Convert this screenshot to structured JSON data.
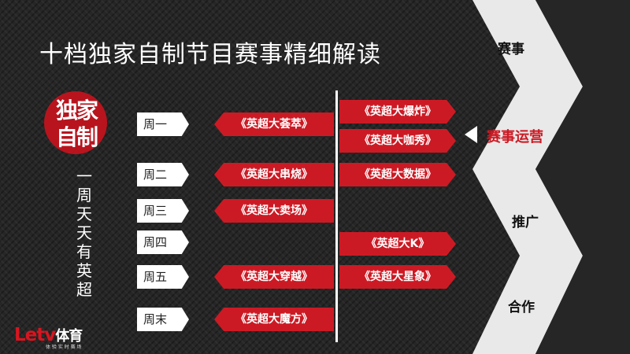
{
  "title": "十档独家自制节目赛事精细解读",
  "logo": {
    "line1": "独家",
    "line2": "自制"
  },
  "slogan_vertical": "一周天天有英超",
  "days": [
    "周一",
    "周二",
    "周三",
    "周四",
    "周五",
    "周末"
  ],
  "left_programs": [
    {
      "day": "周一",
      "label": "《英超大荟萃》"
    },
    {
      "day": "周二",
      "label": "《英超大串烧》"
    },
    {
      "day": "周三",
      "label": "《英超大卖场》"
    },
    {
      "day": "周五",
      "label": "《英超大穿越》"
    },
    {
      "day": "周末",
      "label": "《英超大魔方》"
    }
  ],
  "right_programs": [
    {
      "label": "《英超大爆炸》"
    },
    {
      "label": "《英超大咖秀》"
    },
    {
      "label": "《英超大数据》"
    },
    {
      "label": "《英超大K》"
    },
    {
      "label": "《英超大星象》"
    }
  ],
  "side_nav": {
    "item1": "赛事",
    "item2": "赛事运营",
    "item3": "推广",
    "item4": "合作"
  },
  "brand": {
    "name": "Letv",
    "suffix": "体育",
    "tagline": "体 验 实 时 赛 场"
  },
  "colors": {
    "accent": "#cc1a24",
    "background": "#262626",
    "panel": "#ffffff"
  }
}
